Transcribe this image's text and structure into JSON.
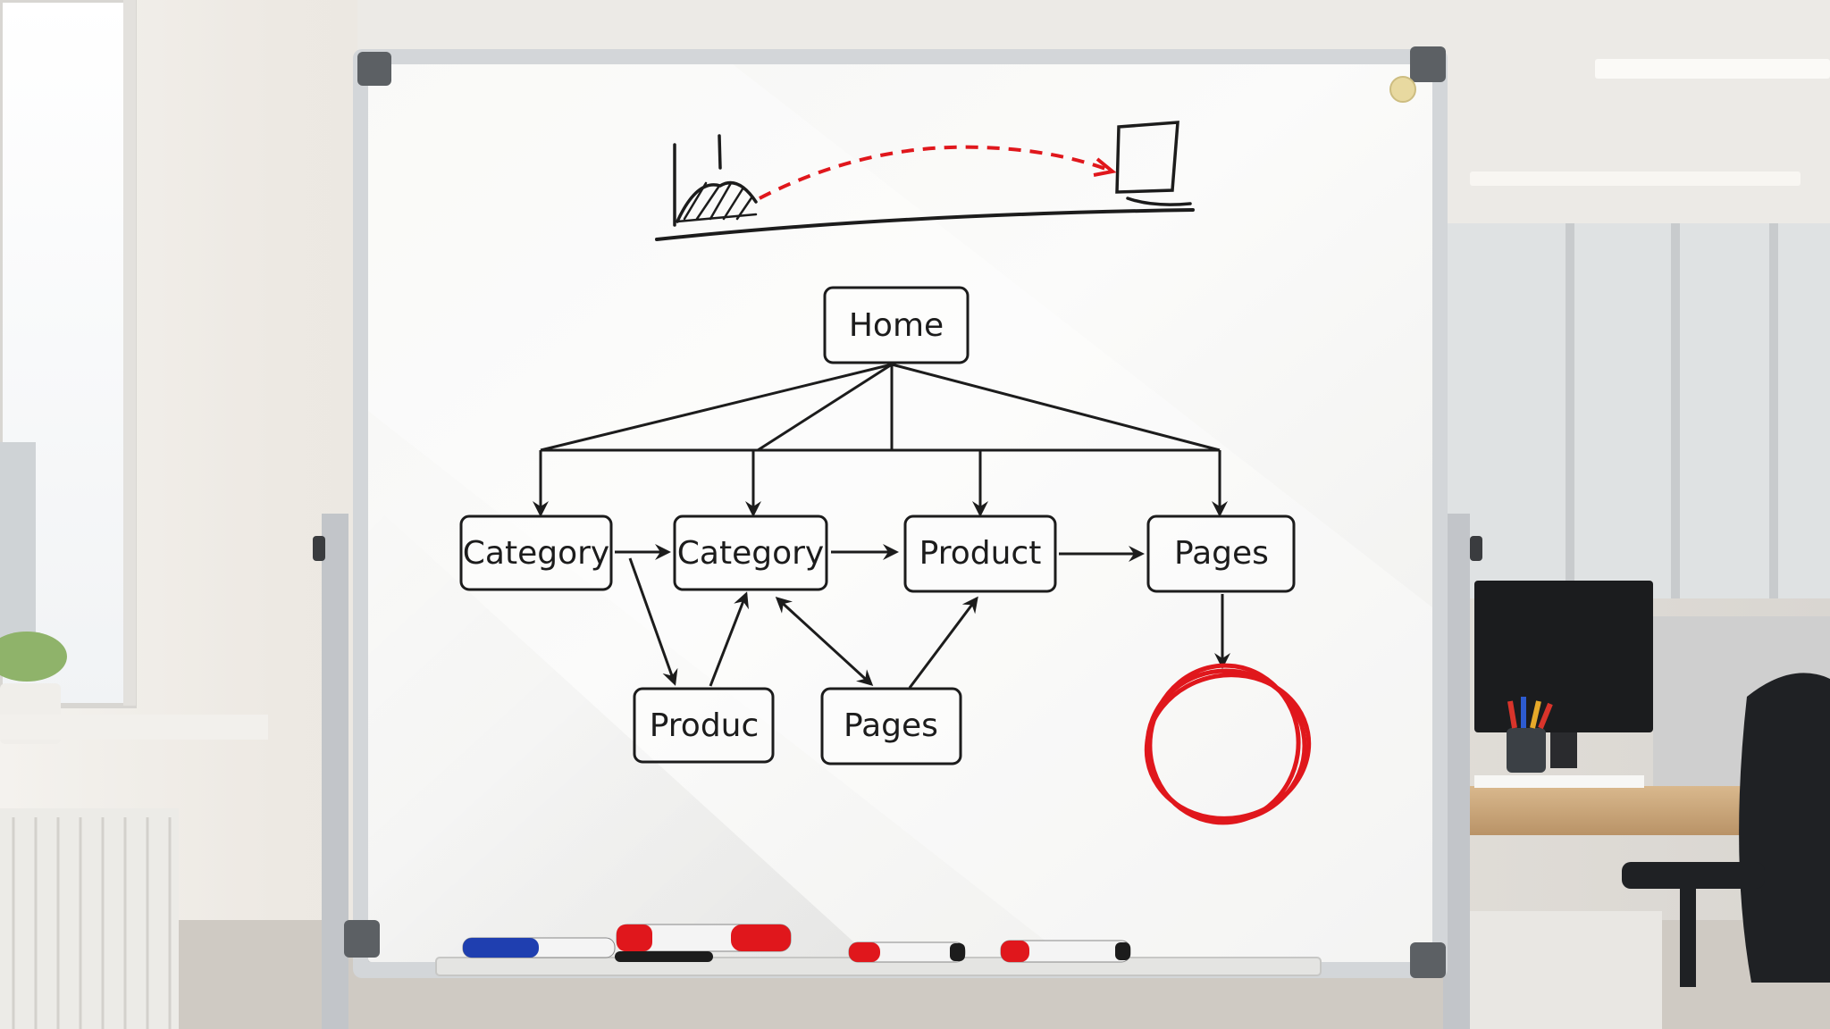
{
  "whiteboard": {
    "diagram": {
      "nodes": [
        {
          "id": "home",
          "label": "Home"
        },
        {
          "id": "category_1",
          "label": "Category"
        },
        {
          "id": "category_2",
          "label": "Category"
        },
        {
          "id": "product_1",
          "label": "Product"
        },
        {
          "id": "pages_1",
          "label": "Pages"
        },
        {
          "id": "product_2",
          "label": "Produc"
        },
        {
          "id": "pages_2",
          "label": "Pages"
        }
      ],
      "edges": [
        [
          "home",
          "category_1"
        ],
        [
          "home",
          "category_2"
        ],
        [
          "home",
          "product_1"
        ],
        [
          "home",
          "pages_1"
        ],
        [
          "category_1",
          "category_2"
        ],
        [
          "category_2",
          "product_1"
        ],
        [
          "product_1",
          "pages_1"
        ],
        [
          "category_1",
          "product_2"
        ],
        [
          "product_2",
          "category_2"
        ],
        [
          "category_2",
          "pages_2",
          "bidirectional"
        ],
        [
          "pages_2",
          "product_1"
        ],
        [
          "pages_1",
          "red_circle"
        ]
      ]
    },
    "colors": {
      "ink": "#1c1c1c",
      "red_marker": "#e0171c",
      "blue_marker": "#1f3fb0",
      "frame": "#c9ccd0"
    },
    "markers": [
      "blue-marker",
      "red-marker",
      "red-marker",
      "red-marker"
    ]
  }
}
